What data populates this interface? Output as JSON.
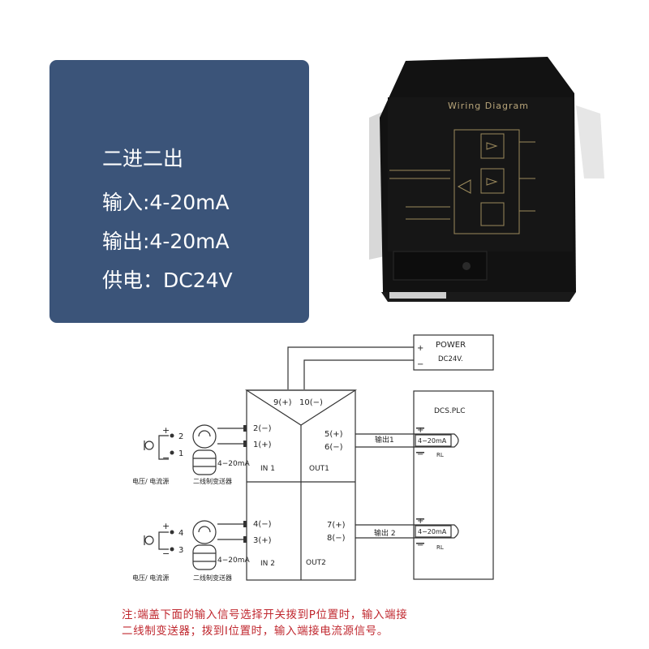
{
  "spec": {
    "title": "二进二出",
    "input": "输入:4-20mA",
    "output": "输出:4-20mA",
    "power": "供电：DC24V"
  },
  "device": {
    "diagram_title": "Wiring Diagram"
  },
  "diagram": {
    "power_box": {
      "label": "POWER",
      "voltage": "DC24V.",
      "plus": "+",
      "minus": "−"
    },
    "terminals_top": [
      "9(+)",
      "10(−)"
    ],
    "in1": {
      "label": "IN 1",
      "t_neg": "2(−)",
      "t_pos": "1(+)"
    },
    "in2": {
      "label": "IN 2",
      "t_neg": "4(−)",
      "t_pos": "3(+)"
    },
    "out1": {
      "label": "OUT1",
      "t_pos": "5(+)",
      "t_neg": "6(−)",
      "wire_label": "输出1"
    },
    "out2": {
      "label": "OUT2",
      "t_pos": "7(+)",
      "t_neg": "8(−)",
      "wire_label": "输出 2"
    },
    "source1": {
      "plus": "+",
      "minus": "−",
      "pin_top": "2",
      "pin_bottom": "1",
      "caption": "电压/ 电流源"
    },
    "source2": {
      "plus": "+",
      "minus": "−",
      "pin_top": "4",
      "pin_bottom": "3",
      "caption": "电压/ 电流源"
    },
    "transmitter1": {
      "signal": "4−20mA",
      "caption": "二线制变送器"
    },
    "transmitter2": {
      "signal": "4−20mA",
      "caption": "二线制变送器"
    },
    "plc": {
      "label": "DCS.PLC",
      "load1": {
        "signal": "4−20mA",
        "resistor": "RL",
        "plus": "+",
        "minus": "−"
      },
      "load2": {
        "signal": "4−20mA",
        "resistor": "RL",
        "plus": "+",
        "minus": "−"
      }
    }
  },
  "note": {
    "line1": "注:端盖下面的输入信号选择开关拨到P位置时，输入端接",
    "line2": "二线制变送器；拨到I位置时，输入端接电流源信号。"
  },
  "colors": {
    "card": "#3b5479",
    "note": "#c0282f",
    "line": "#333333"
  }
}
